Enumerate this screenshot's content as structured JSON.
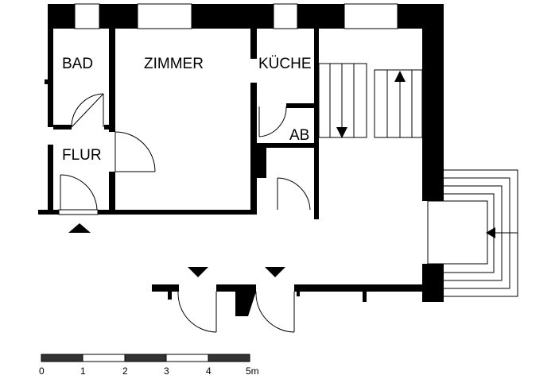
{
  "rooms": {
    "bad": "BAD",
    "zimmer": "ZIMMER",
    "kueche": "KÜCHE",
    "ab": "AB",
    "flur": "FLUR"
  },
  "scale_bar": {
    "ticks": [
      "0",
      "1",
      "2",
      "3",
      "4",
      "5m"
    ],
    "segment_colors": [
      "#333333",
      "#ffffff",
      "#333333",
      "#ffffff",
      "#333333"
    ]
  },
  "icons": {
    "entrance": "entrance-arrow-icon",
    "stair": "stair-direction-arrow-icon"
  }
}
